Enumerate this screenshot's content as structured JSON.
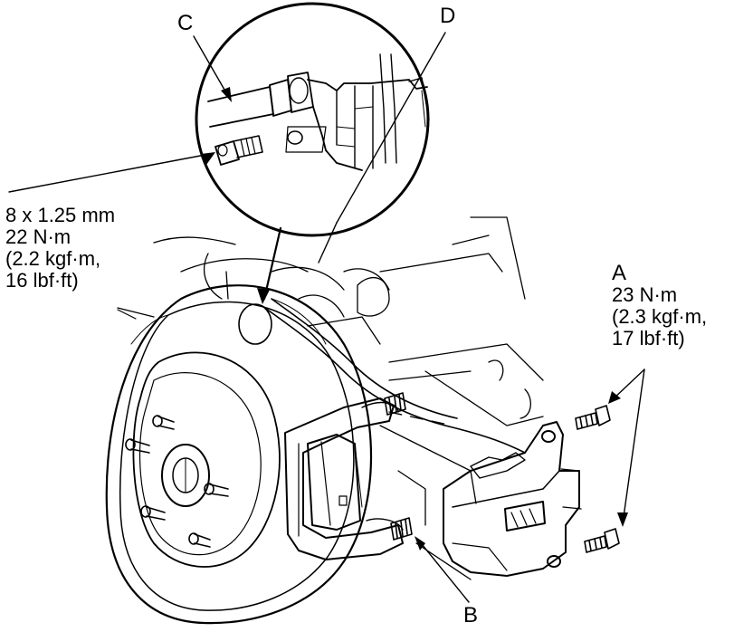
{
  "callouts": {
    "c": "C",
    "d": "D",
    "a": "A",
    "b": "B"
  },
  "bolt_spec": {
    "size": "8 x 1.25 mm",
    "torque_nm": "22 N·m",
    "torque_kgf": "(2.2 kgf·m,",
    "torque_lbf": "16 lbf·ft)"
  },
  "torque_a": {
    "nm": "23 N·m",
    "kgf": "(2.3 kgf·m,",
    "lbf": "17 lbf·ft)"
  },
  "colors": {
    "line": "#000000",
    "background": "#ffffff"
  }
}
